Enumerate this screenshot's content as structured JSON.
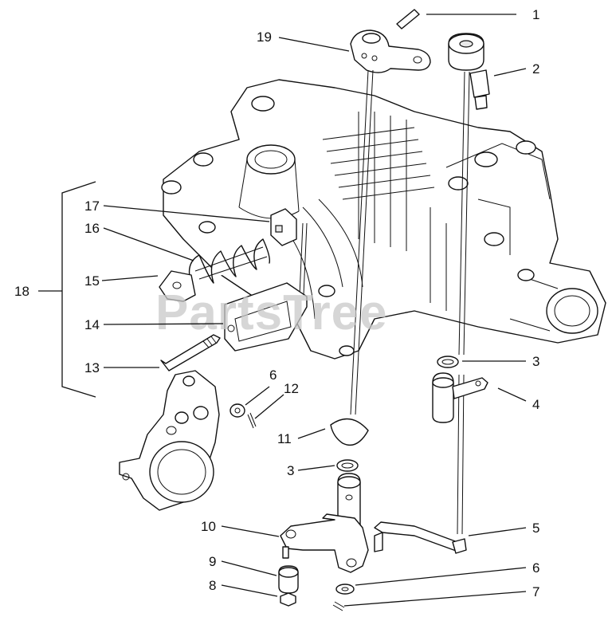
{
  "watermark": "PartsTree",
  "callouts": {
    "c1": "1",
    "c2": "2",
    "c3a": "3",
    "c3b": "3",
    "c4": "4",
    "c5": "5",
    "c6a": "6",
    "c6b": "6",
    "c7": "7",
    "c8": "8",
    "c9": "9",
    "c10": "10",
    "c11": "11",
    "c12": "12",
    "c13": "13",
    "c14": "14",
    "c15": "15",
    "c16": "16",
    "c17": "17",
    "c18": "18",
    "c19": "19"
  }
}
